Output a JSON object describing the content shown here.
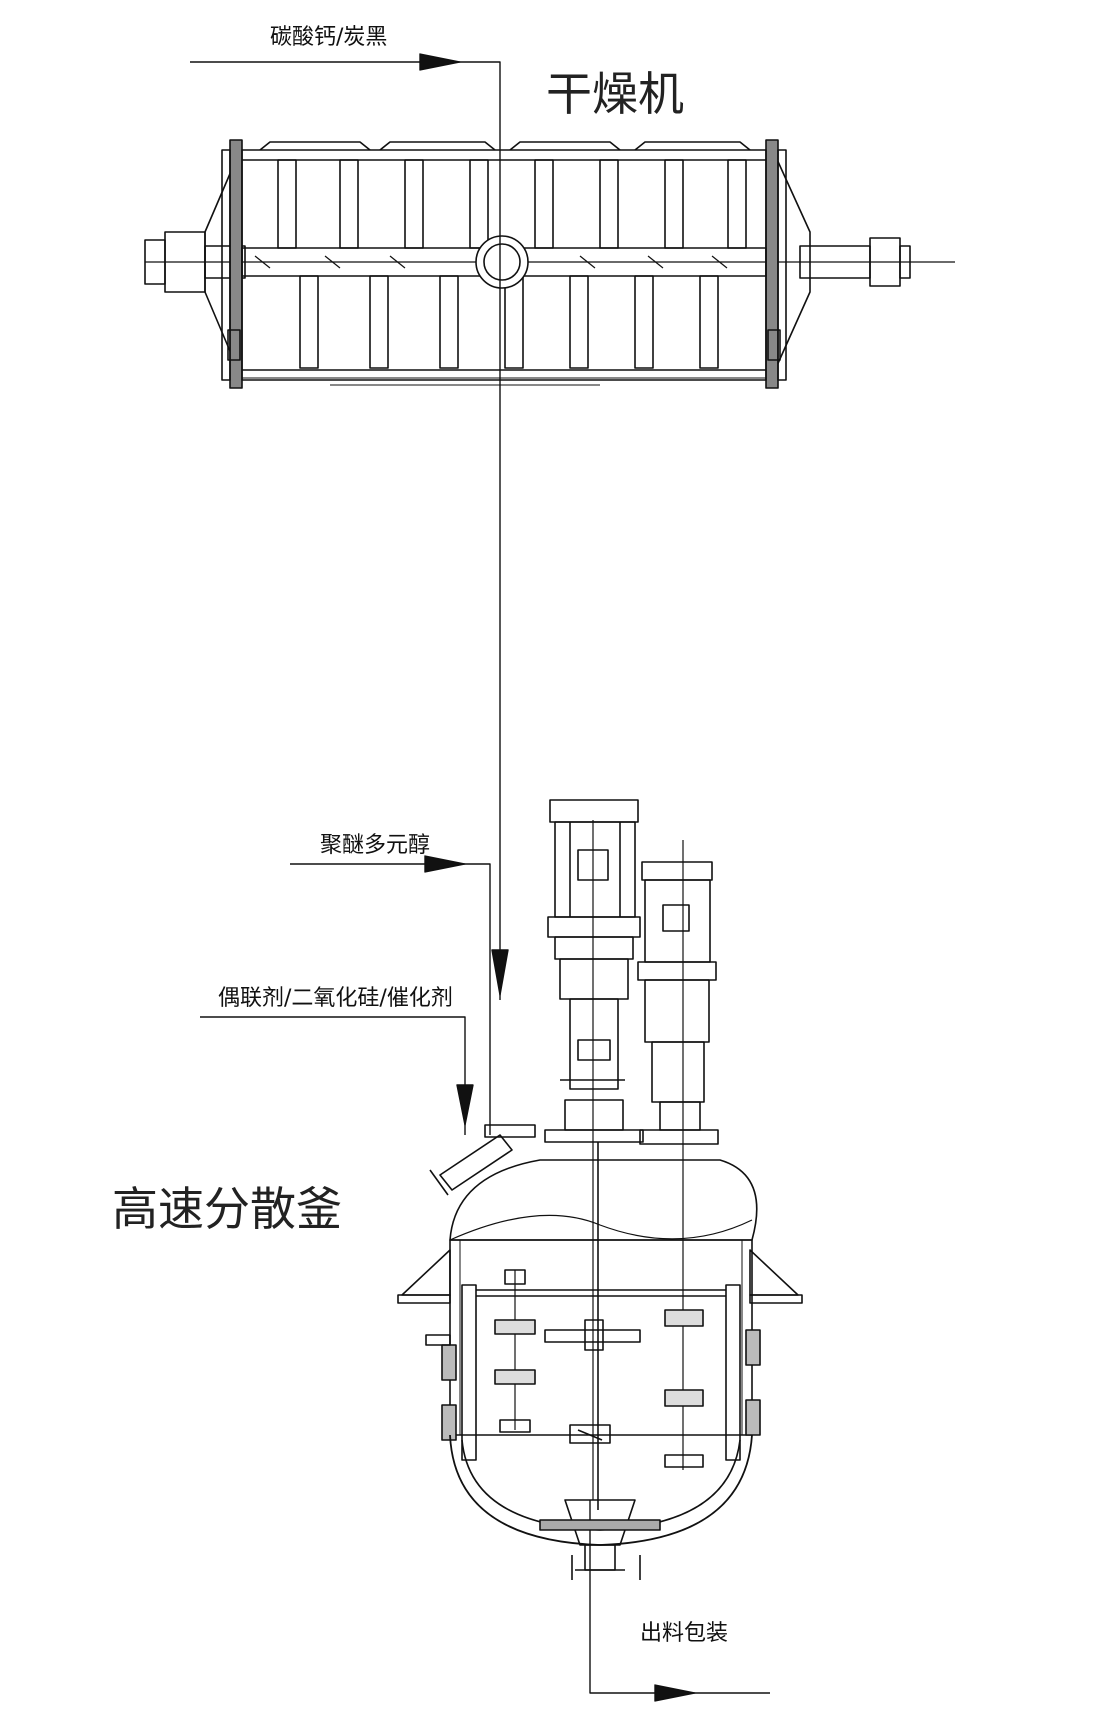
{
  "diagram": {
    "equipment": {
      "dryer": "干燥机",
      "disperser": "高速分散釜"
    },
    "flows": {
      "calcium_carbon": "碳酸钙/炭黑",
      "polyether": "聚醚多元醇",
      "additives": "偶联剂/二氧化硅/催化剂",
      "discharge": "出料包装"
    }
  }
}
